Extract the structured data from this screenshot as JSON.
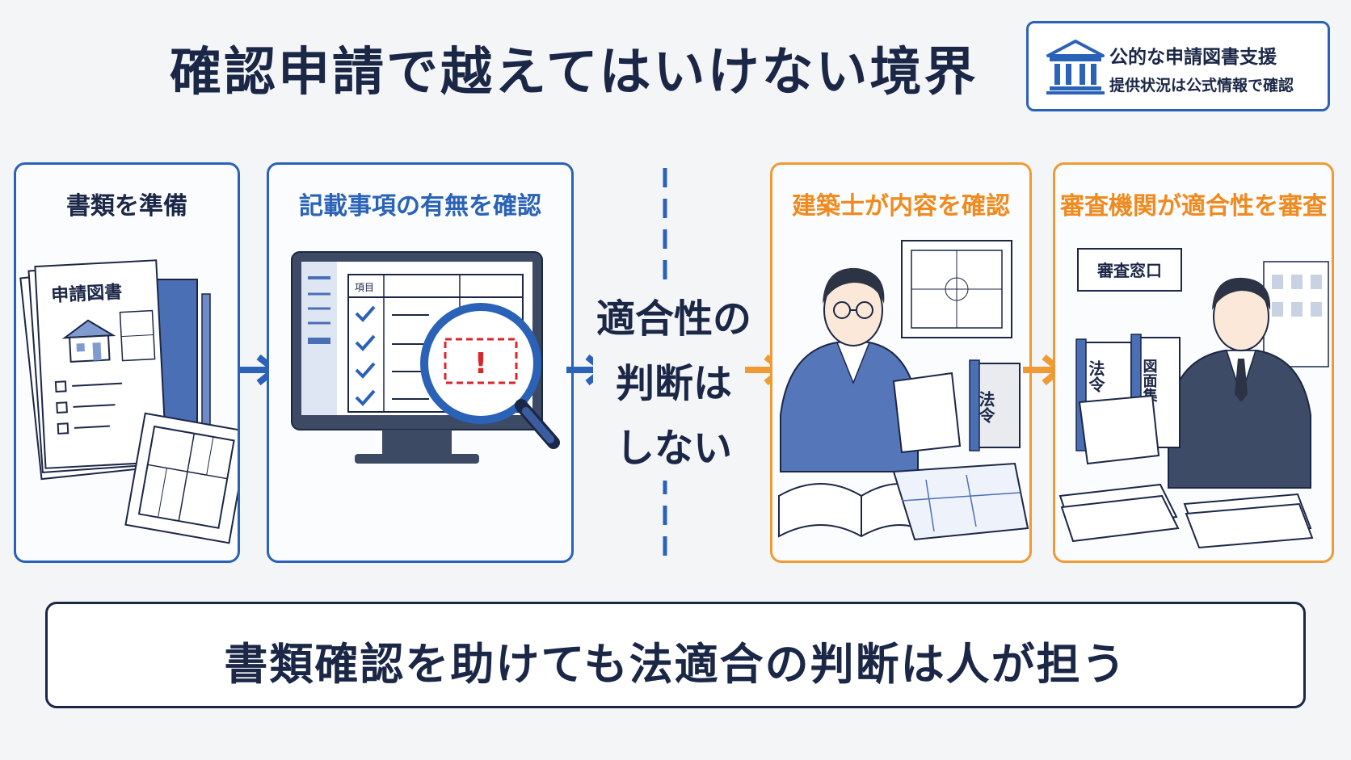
{
  "header": {
    "title": "確認申請で越えてはいけない境界"
  },
  "support_box": {
    "icon": "bank-building-icon",
    "line1": "公的な申請図書支援",
    "line2": "提供状況は公式情報で確認"
  },
  "steps": [
    {
      "title": "書類を準備",
      "illustration_labels": {
        "document": "申請図書"
      },
      "icons": [
        "document-stack-icon",
        "binder-icon",
        "floor-plan-icon"
      ]
    },
    {
      "title": "記載事項の有無を確認",
      "illustration_labels": {
        "table_header": "項目"
      },
      "icons": [
        "monitor-icon",
        "checkmark-icon",
        "magnifier-icon",
        "warning-icon"
      ]
    },
    {
      "title": "建築士が内容を確認",
      "illustration_labels": {
        "law_book": "法令"
      },
      "icons": [
        "architect-person-icon",
        "law-book-icon",
        "blueprint-icon"
      ]
    },
    {
      "title": "審査機関が適合性を審査",
      "illustration_labels": {
        "sign": "審査窓口",
        "law_book": "法令",
        "drawing_book": "図面集"
      },
      "icons": [
        "inspector-person-icon",
        "law-book-icon",
        "document-pile-icon"
      ]
    }
  ],
  "boundary": {
    "lines": [
      "適合性の",
      "判断は",
      "しない"
    ]
  },
  "conclusion": {
    "text": "書類確認を助けても法適合の判断は人が担う"
  },
  "colors": {
    "navy": "#1b2746",
    "blue": "#2a62b8",
    "orange": "#ef9a33",
    "alert_red": "#d9262c"
  }
}
